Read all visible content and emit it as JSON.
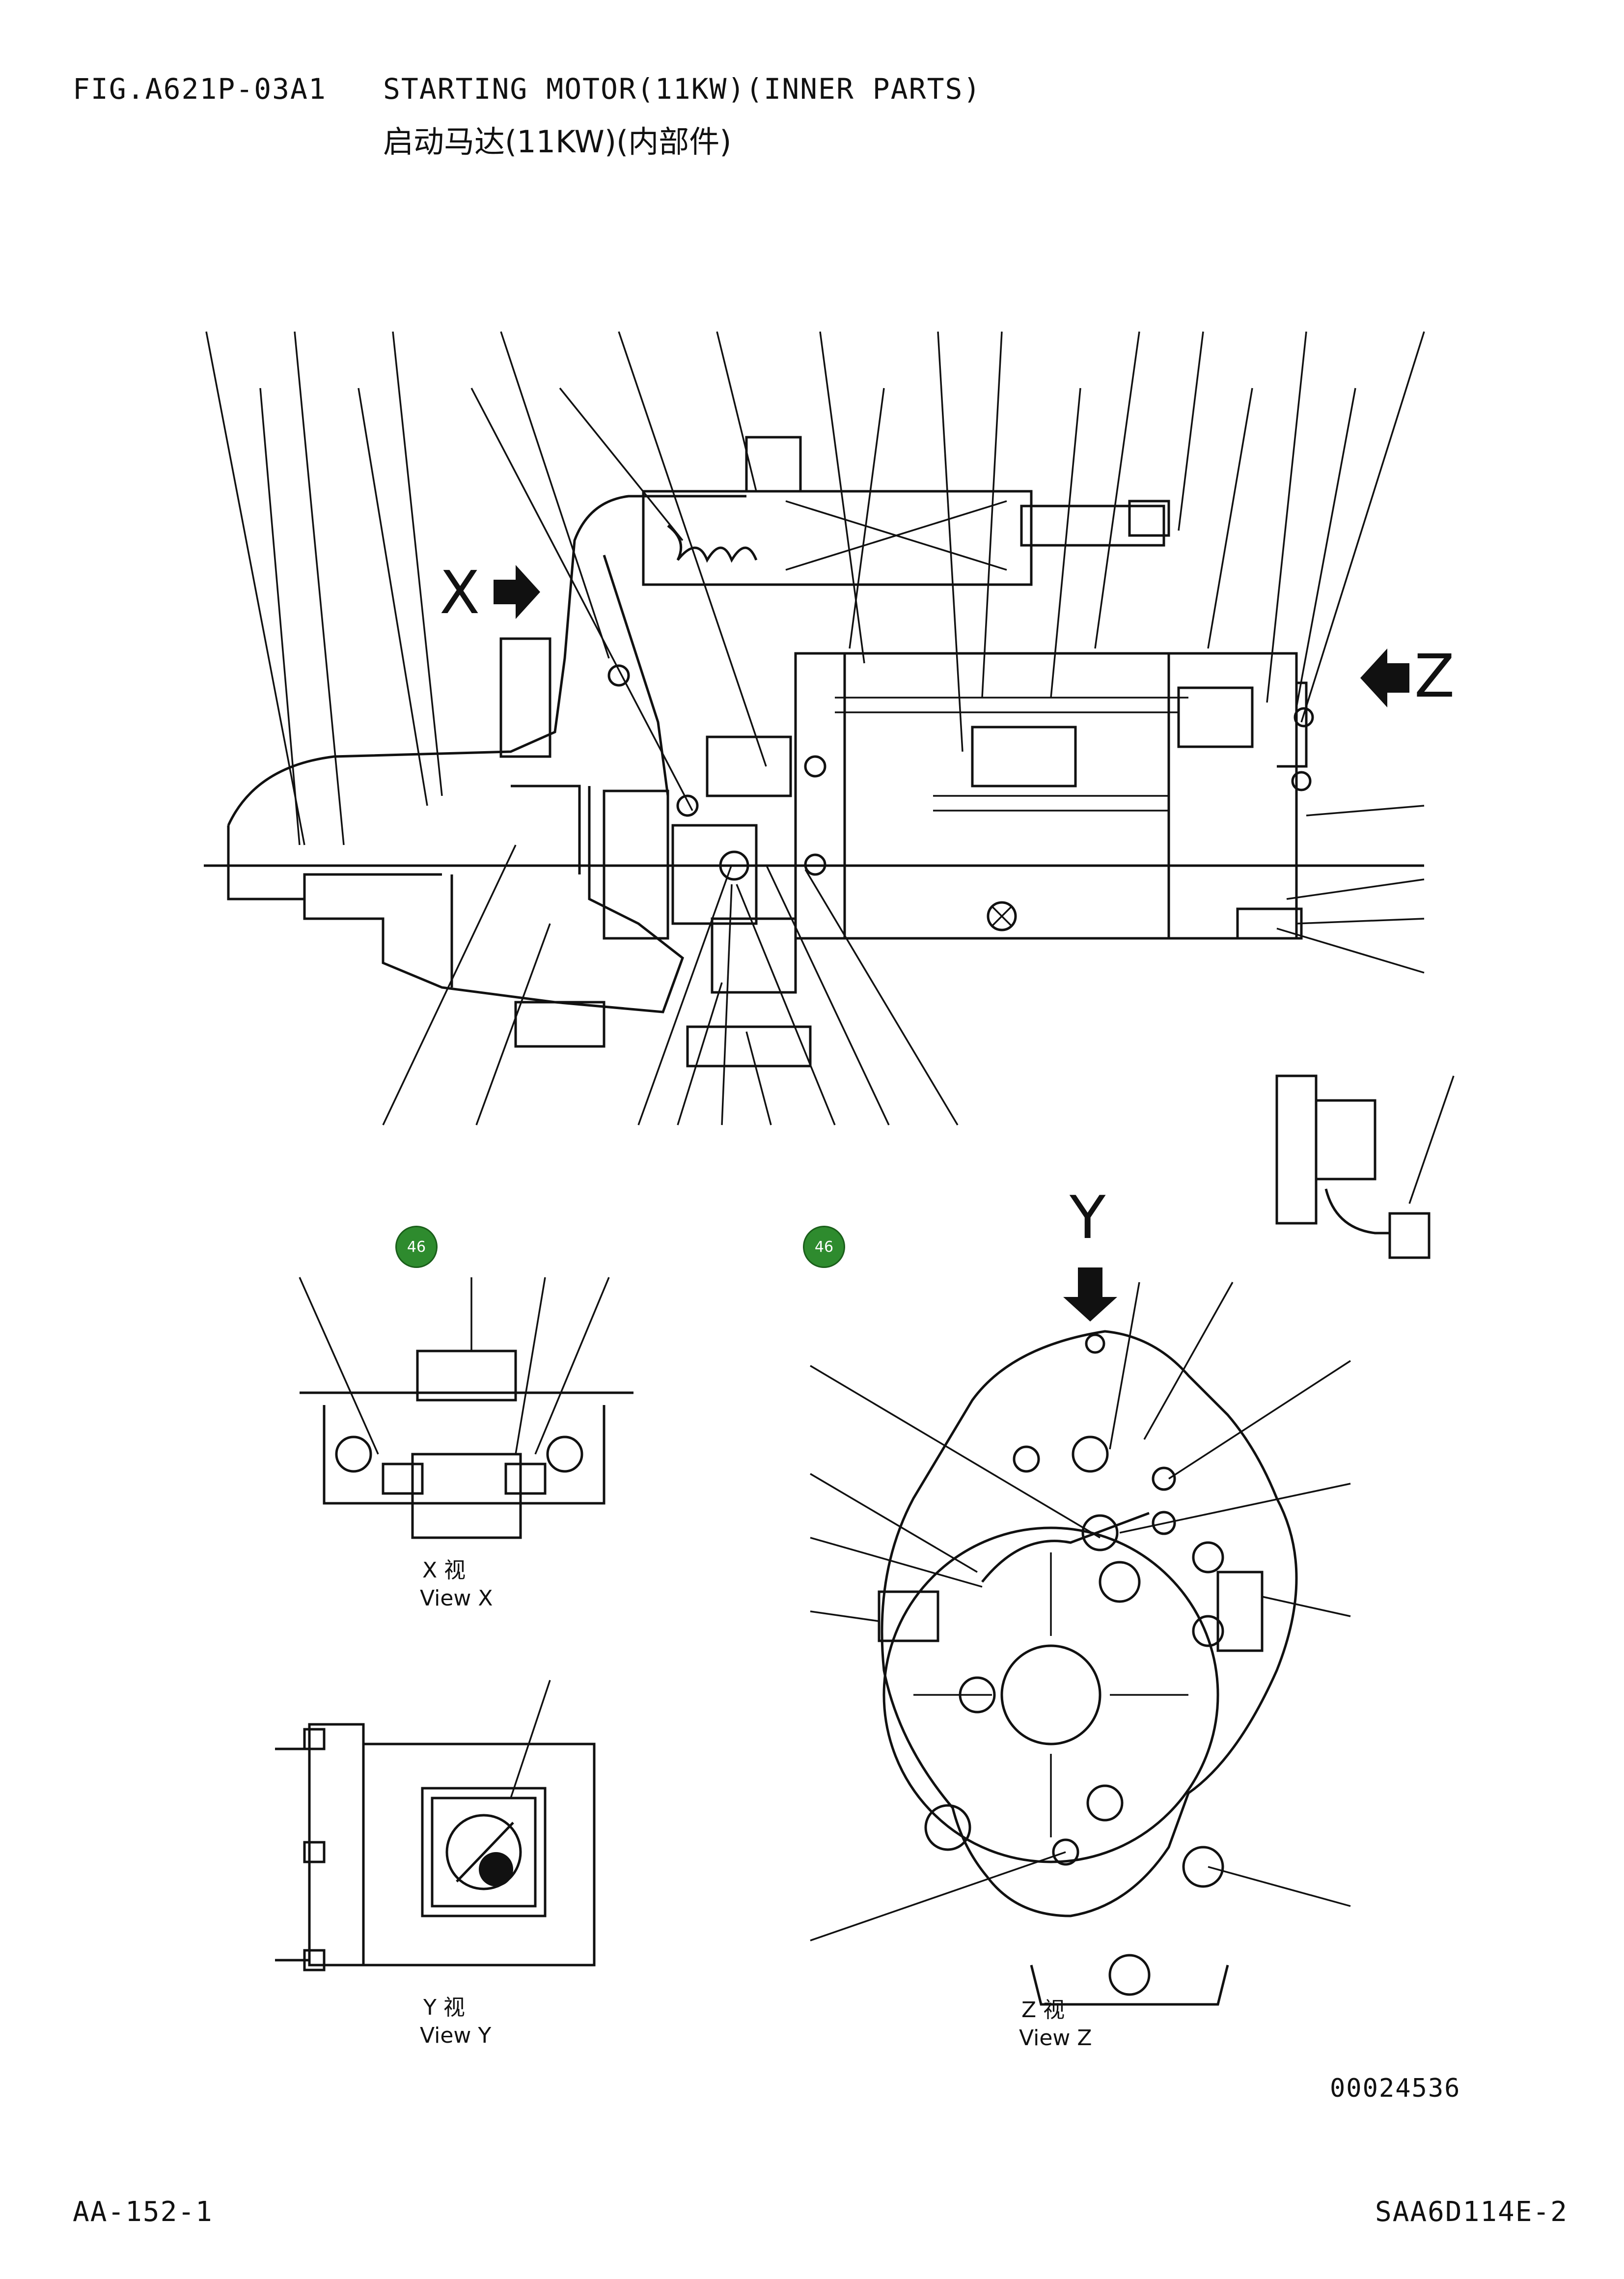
{
  "header": {
    "fig_code": "FIG.A621P-03A1",
    "title_en": "STARTING MOTOR(11KW)(INNER PARTS)",
    "title_cn": "启动马达(11KW)(内部件)"
  },
  "main_view": {
    "arrow_x_label": "X",
    "arrow_z_label": "Z",
    "arrow_y_label": "Y"
  },
  "badges": [
    {
      "label": "46"
    },
    {
      "label": "46"
    }
  ],
  "view_x": {
    "label_cn": "X 视",
    "label_en": "View X"
  },
  "view_y": {
    "label_cn": "Y 视",
    "label_en": "View Y"
  },
  "view_z": {
    "label_cn": "Z 视",
    "label_en": "View Z"
  },
  "image_number": "00024536",
  "footer": {
    "page_code": "AA-152-1",
    "model_code": "SAA6D114E-2"
  },
  "colors": {
    "badge_green": "#2e8b2e",
    "line": "#111111"
  }
}
